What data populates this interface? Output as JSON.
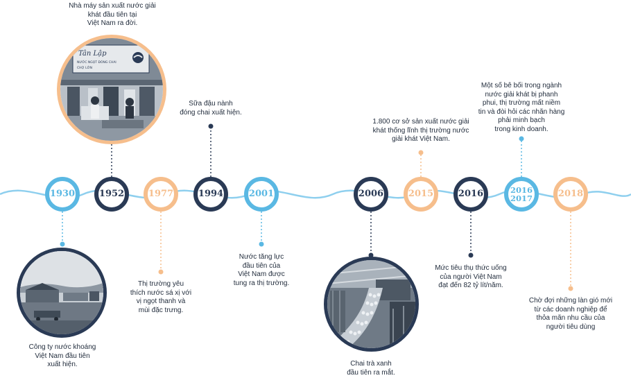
{
  "colors": {
    "navy": "#2a3a55",
    "blue": "#5ab8e3",
    "peach": "#f6be8c",
    "text": "#1f2a3a"
  },
  "timeline": {
    "years": [
      {
        "label": "1930",
        "color": "blue"
      },
      {
        "label": "1952",
        "color": "navy"
      },
      {
        "label": "1977",
        "color": "peach"
      },
      {
        "label": "1994",
        "color": "navy"
      },
      {
        "label": "2001",
        "color": "blue"
      },
      {
        "label": "2006",
        "color": "navy"
      },
      {
        "label": "2015",
        "color": "peach"
      },
      {
        "label": "2016",
        "color": "navy"
      },
      {
        "label_line1": "2016",
        "label_line2": "2017",
        "color": "blue"
      },
      {
        "label": "2018",
        "color": "peach"
      }
    ],
    "captions": {
      "c1930": "Công ty nước khoáng\nViệt Nam đầu tiên\nxuất hiện.",
      "c1952": "Nhà máy sản xuất nước giải\nkhát đầu tiên tại\nViệt Nam ra đời.",
      "c1977": "Thị trường yêu\nthích nước sá xị với\nvị ngọt thanh và\nmùi đặc trưng.",
      "c1994": "Sữa đậu nành\nđóng chai xuất hiện.",
      "c2001": "Nước tăng lực\nđầu tiên của\nViệt Nam được\ntung ra thị trường.",
      "c2006": "Chai trà xanh\nđầu tiên ra mắt.",
      "c2015": "1.800 cơ sở sản xuất nước giải\nkhát thống lĩnh thị trường nước\ngiải khát Việt Nam.",
      "c2016": "Mức tiêu thụ thức uống\ncủa người Việt Nam\nđạt đến 82 tỷ lít/năm.",
      "c2017": "Một số bê bối trong ngành\nnước giải khát bị phanh\nphui, thị trường mất niềm\ntin và đòi hỏi các nhãn hàng\nphải minh bạch\ntrong kinh doanh.",
      "c2018": "Chờ đợi những làn gió mới\ntừ các doanh nghiệp để\nthỏa mãn nhu cầu của\nngười tiêu dùng"
    },
    "photo_1952": {
      "sign_line1": "Tân Lập",
      "sign_line2": "NƯỚC NGỌT ĐÓNG CHAI",
      "sign_line3": "CHỢ LỚN"
    }
  }
}
